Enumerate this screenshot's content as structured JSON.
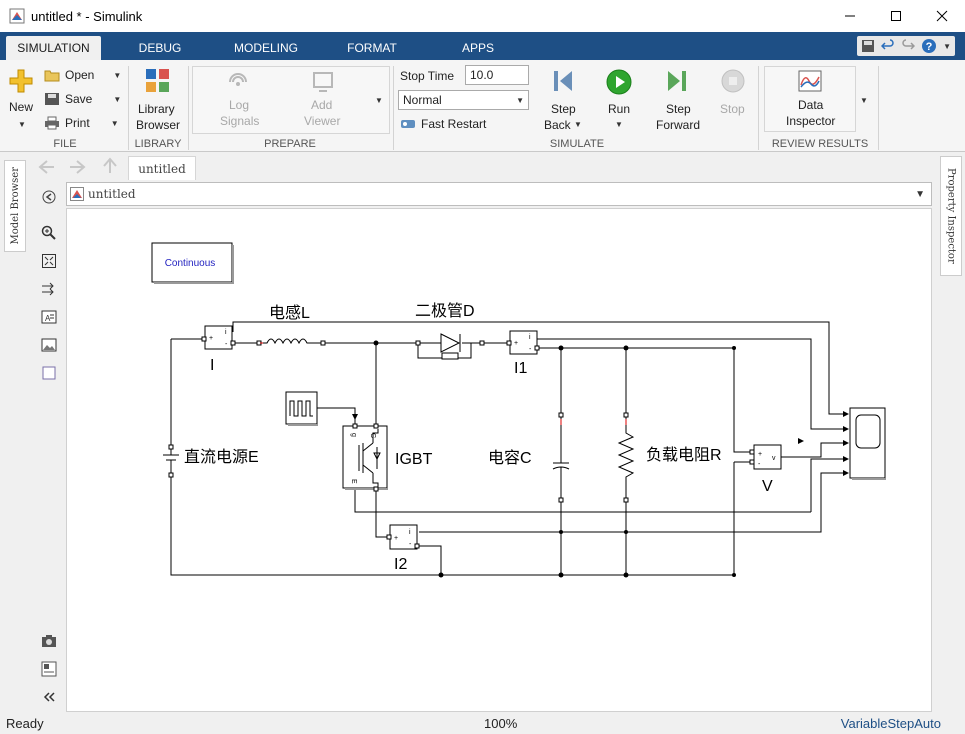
{
  "window": {
    "title": "untitled * - Simulink"
  },
  "tabs": [
    {
      "label": "SIMULATION",
      "active": true
    },
    {
      "label": "DEBUG"
    },
    {
      "label": "MODELING"
    },
    {
      "label": "FORMAT"
    },
    {
      "label": "APPS"
    }
  ],
  "ribbon": {
    "file": {
      "label": "FILE",
      "new": "New",
      "open": "Open",
      "save": "Save",
      "print": "Print"
    },
    "library": {
      "label": "LIBRARY",
      "browser_line1": "Library",
      "browser_line2": "Browser"
    },
    "prepare": {
      "label": "PREPARE",
      "log_line1": "Log",
      "log_line2": "Signals",
      "add_line1": "Add",
      "add_line2": "Viewer"
    },
    "simulate": {
      "label": "SIMULATE",
      "stop_time_label": "Stop Time",
      "stop_time_value": "10.0",
      "mode_value": "Normal",
      "fast_restart": "Fast Restart",
      "step_back_line1": "Step",
      "step_back_line2": "Back",
      "run": "Run",
      "step_fwd_line1": "Step",
      "step_fwd_line2": "Forward",
      "stop": "Stop"
    },
    "review": {
      "label": "REVIEW RESULTS",
      "di_line1": "Data",
      "di_line2": "Inspector"
    }
  },
  "side": {
    "model_browser": "Model Browser",
    "property_inspector": "Property Inspector"
  },
  "breadcrumb": {
    "tab": "untitled",
    "path": "untitled"
  },
  "model": {
    "continuous": "Continuous",
    "inductor": "电感L",
    "diode": "二极管D",
    "source": "直流电源E",
    "igbt": "IGBT",
    "capacitor": "电容C",
    "load": "负载电阻R",
    "cm_i": "I",
    "cm_i1": "I1",
    "cm_i2": "I2",
    "vm_v": "V",
    "port_plus": "+",
    "port_minus": "-",
    "port_i": "i",
    "port_v": "v",
    "port_g": "g",
    "port_c": "C",
    "port_e": "E"
  },
  "status": {
    "left": "Ready",
    "center": "100%",
    "right": "VariableStepAuto"
  },
  "colors": {
    "tabbar": "#1e4f85",
    "wire": "#000000",
    "status_right": "#1e4f85",
    "run_green": "#2fa52f",
    "continuous_text": "#1f1fbf"
  }
}
